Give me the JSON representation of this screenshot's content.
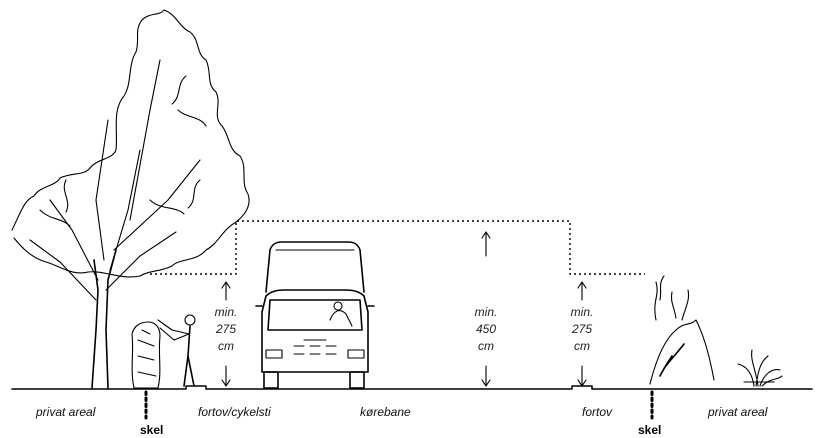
{
  "zones": {
    "private_left": "privat areal",
    "sidewalk_cycle": "fortov/cykelsti",
    "roadway": "kørebane",
    "sidewalk": "fortov",
    "private_right": "privat areal"
  },
  "boundary": {
    "left": "skel",
    "right": "skel"
  },
  "clearances": {
    "left": {
      "prefix": "min.",
      "value": "275",
      "unit": "cm"
    },
    "center": {
      "prefix": "min.",
      "value": "450",
      "unit": "cm"
    },
    "right": {
      "prefix": "min.",
      "value": "275",
      "unit": "cm"
    }
  },
  "colors": {
    "ink": "#000000",
    "background": "#ffffff"
  },
  "icons": [
    "tree-icon",
    "hedge-icon",
    "person-trimming-icon",
    "truck-icon",
    "shrub-icon",
    "plant-icon"
  ]
}
